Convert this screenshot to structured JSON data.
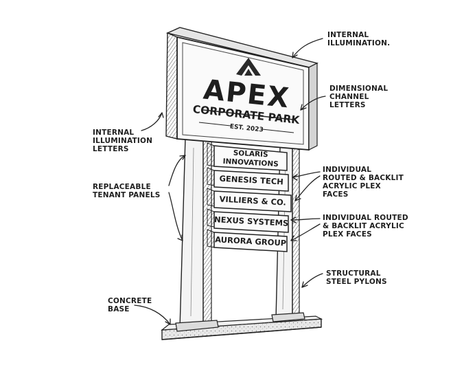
{
  "sign": {
    "logo_name": "APEX",
    "subtitle": "CORPORATE PARK",
    "est": "EST. 2023"
  },
  "tenants": [
    {
      "line1": "SOLARIS",
      "line2": "INNOVATIONS"
    },
    {
      "line1": "GENESIS TECH"
    },
    {
      "line1": "VILLIERS & CO."
    },
    {
      "line1": "NEXUS SYSTEMS"
    },
    {
      "line1": "AURORA GROUP"
    }
  ],
  "callouts": {
    "internal_illumination": [
      "INTERNAL",
      "ILLUMINATION."
    ],
    "dimensional_channel": [
      "DIMENSIONAL",
      "CHANNEL",
      "LETTERS"
    ],
    "internal_illumination_letters": [
      "INTERNAL",
      "ILLUMINATION",
      "LETTERS"
    ],
    "replaceable_panels": [
      "REPLACEABLE",
      "TENANT PANELS"
    ],
    "routed_backlit_1": [
      "INDIVIDUAL",
      "ROUTED & BACKLIT",
      "ACRYLIC PLEX",
      "FACES"
    ],
    "routed_backlit_2": [
      "INDIVIDUAL ROUTED",
      "& BACKLIT ACRYLIC",
      "PLEX FACES"
    ],
    "steel_pylons": [
      "STRUCTURAL",
      "STEEL PYLONS"
    ],
    "concrete_base": [
      "CONCRETE",
      "BASE"
    ]
  }
}
